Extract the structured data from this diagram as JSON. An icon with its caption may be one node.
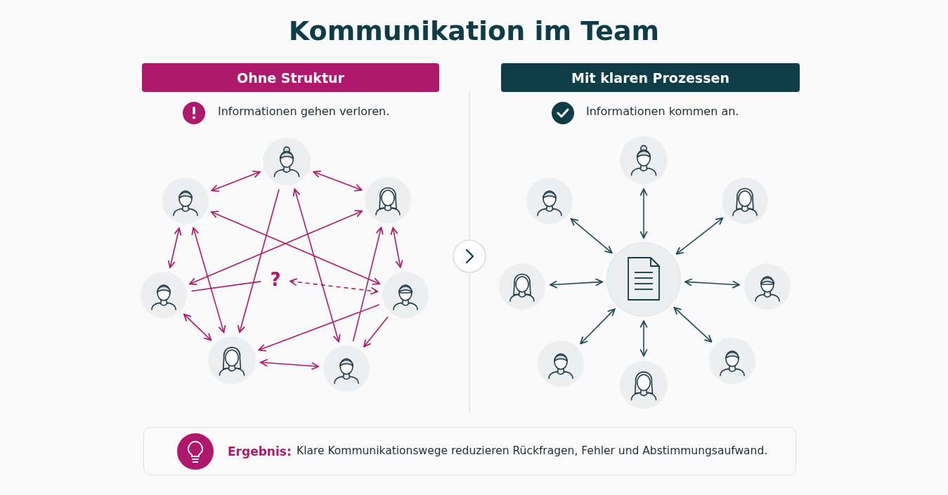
{
  "diagram": {
    "title": "Kommunikation im Team",
    "nodes": [
      {
        "text": [
          "Ohne Struktur"
        ]
      },
      {
        "text": [
          "Mit klaren Prozessen"
        ]
      },
      {
        "text": [],
        "shape": "person"
      },
      {
        "text": [],
        "shape": "person"
      },
      {
        "text": [],
        "shape": "person"
      },
      {
        "text": [],
        "shape": "person"
      },
      {
        "text": [],
        "shape": "person"
      },
      {
        "text": [],
        "shape": "person"
      },
      {
        "text": [],
        "shape": "person"
      },
      {
        "text": [
          "?"
        ]
      },
      {
        "text": [],
        "shape": "person"
      },
      {
        "text": [],
        "shape": "person"
      },
      {
        "text": [],
        "shape": "person"
      },
      {
        "text": [],
        "shape": "document"
      },
      {
        "text": [],
        "shape": "person"
      },
      {
        "text": [],
        "shape": "person"
      },
      {
        "text": [],
        "shape": "person"
      },
      {
        "text": [],
        "shape": "person"
      },
      {
        "text": [],
        "shape": "person"
      },
      {
        "text": [
          "Ergebnis:",
          "Klare Kommunikationswege reduzieren Rückfragen, Fehler und Abstimmungsaufwand."
        ]
      }
    ],
    "edges": [
      {
        "from": 2,
        "to": 3,
        "arrow": "both"
      },
      {
        "from": 2,
        "to": 4,
        "arrow": "both"
      },
      {
        "from": 3,
        "to": 5,
        "arrow": "both"
      },
      {
        "from": 4,
        "to": 6,
        "arrow": "both"
      },
      {
        "from": 5,
        "to": 7,
        "arrow": "both"
      },
      {
        "from": 7,
        "to": 8,
        "arrow": "both"
      },
      {
        "from": 6,
        "to": 8,
        "arrow": "to"
      },
      {
        "from": 2,
        "to": 7,
        "arrow": "to"
      },
      {
        "from": 8,
        "to": 4,
        "arrow": "to"
      },
      {
        "from": 2,
        "to": 8,
        "arrow": "both"
      },
      {
        "from": 3,
        "to": 6,
        "arrow": "both"
      },
      {
        "from": 5,
        "to": 4,
        "arrow": "both"
      },
      {
        "from": 3,
        "to": 7,
        "arrow": "both"
      },
      {
        "from": 6,
        "to": 7,
        "arrow": "to"
      },
      {
        "from": 5,
        "to": 9,
        "arrow": "none"
      },
      {
        "from": 9,
        "to": 6,
        "arrow": "both",
        "style": "dashed"
      },
      {
        "from": 13,
        "to": 10,
        "arrow": "both",
        "color": "#1d4a55"
      },
      {
        "from": 13,
        "to": 11,
        "arrow": "both",
        "color": "#1d4a55"
      },
      {
        "from": 13,
        "to": 12,
        "arrow": "both",
        "color": "#1d4a55"
      },
      {
        "from": 13,
        "to": 14,
        "arrow": "both",
        "color": "#1d4a55"
      },
      {
        "from": 13,
        "to": 15,
        "arrow": "both",
        "color": "#1d4a55"
      },
      {
        "from": 13,
        "to": 16,
        "arrow": "both",
        "color": "#1d4a55"
      },
      {
        "from": 13,
        "to": 17,
        "arrow": "both",
        "color": "#1d4a55"
      },
      {
        "from": 13,
        "to": 18,
        "arrow": "both",
        "color": "#1d4a55"
      }
    ],
    "labels": [
      "Informationen gehen verloren.",
      "Informationen kommen an."
    ]
  }
}
